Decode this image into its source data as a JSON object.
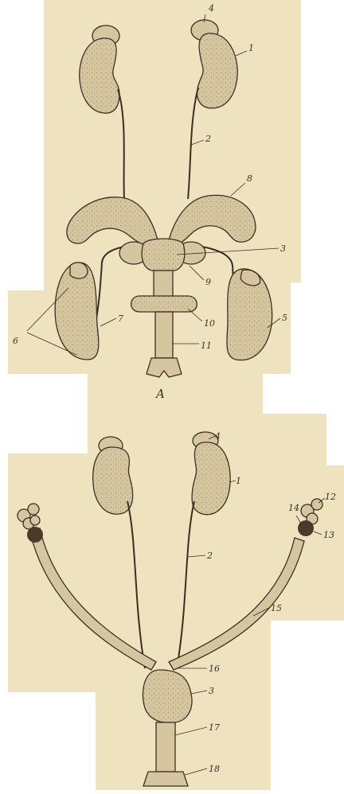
{
  "colors": {
    "paper": "#efe2bf",
    "paper_light": "#f3e8c9",
    "ink": "#3b2f22",
    "organ_fill": "#d6c6a0",
    "organ_dark": "#b9a67c"
  },
  "figure_a": {
    "caption": "A",
    "labels": {
      "l1": "1",
      "l2": "2",
      "l3": "3",
      "l4": "4",
      "l5": "5",
      "l6": "6",
      "l7": "7",
      "l8": "8",
      "l9": "9",
      "l10": "10",
      "l11": "11"
    }
  },
  "figure_b": {
    "labels": {
      "l1": "1",
      "l2": "2",
      "l3": "3",
      "l4": "4",
      "l12": "12",
      "l13": "13",
      "l14": "14",
      "l15": "15",
      "l16": "16",
      "l17": "17",
      "l18": "18"
    }
  }
}
